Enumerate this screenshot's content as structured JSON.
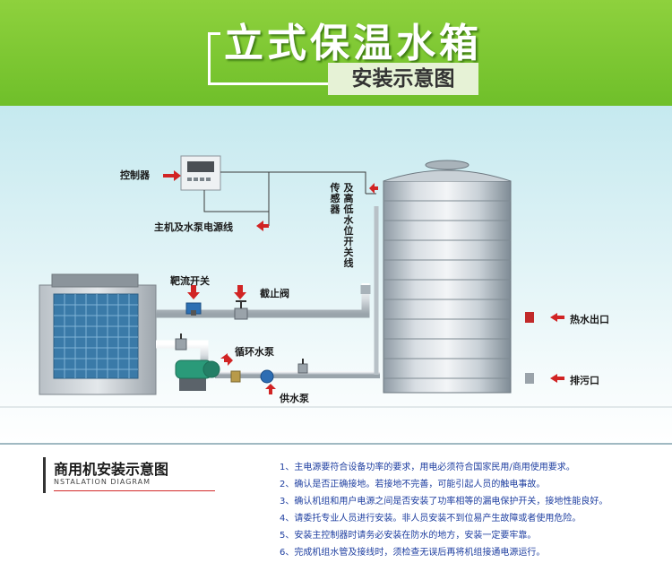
{
  "header": {
    "title": "立式保温水箱",
    "subtitle": "安装示意图"
  },
  "diagram": {
    "controller": "控制器",
    "power_line": "主机及水泵电源线",
    "flow_switch": "靶流开关",
    "stop_valve": "截止阀",
    "circulation_pump": "循环水泵",
    "supply_pump": "供水泵",
    "sensor": "传感器",
    "level_switch_line": "及高低水位开关线",
    "hot_water_outlet": "热水出口",
    "drain_outlet": "排污口"
  },
  "notes_section": {
    "title": "商用机安装示意图",
    "subtitle": "NSTALATION DIAGRAM",
    "items": [
      "1、主电源要符合设备功率的要求，用电必须符合国家民用/商用使用要求。",
      "2、确认是否正确接地。若接地不完善，可能引起人员的触电事故。",
      "3、确认机组和用户电源之间是否安装了功率相等的漏电保护开关，接地性能良好。",
      "4、请委托专业人员进行安装。非人员安装不到位易产生故障或者使用危险。",
      "5、安装主控制器时请务必安装在防水的地方，安装一定要牢靠。",
      "6、完成机组水管及接线时，须检查无误后再将机组接通电源运行。"
    ]
  }
}
